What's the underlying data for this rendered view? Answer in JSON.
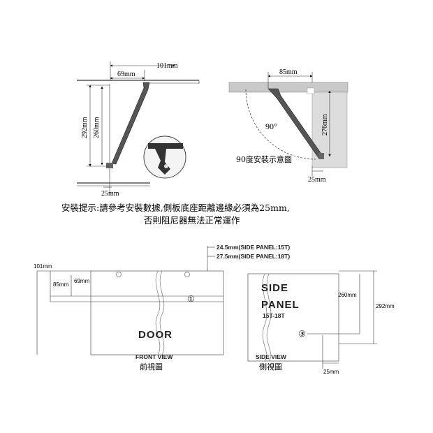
{
  "diagram1": {
    "dim_101": "101mm",
    "dim_69": "69mm",
    "dim_292": "292mm",
    "dim_260": "260mm",
    "dim_25": "25mm"
  },
  "diagram2": {
    "dim_85": "85mm",
    "angle": "90°",
    "dim_276": "276mm",
    "dim_25": "25mm",
    "caption": "90度安裝示意圖"
  },
  "install_tip": {
    "line1": "安裝提示:請參考安裝數據,側板底座距離邊緣必須為25mm,",
    "line2": "否則阻尼器無法正常運作"
  },
  "front_view": {
    "dim_101": "101mm",
    "dim_85": "85mm",
    "dim_69": "69mm",
    "door_label": "DOOR",
    "marker": "①",
    "view_en": "FRONT VIEW",
    "view_zh": "前視圖"
  },
  "side_view": {
    "note_15t": "24.5mm(SIDE PANEL:15T)",
    "note_18t": "27.5mm(SIDE PANEL:18T)",
    "title_line1": "SIDE",
    "title_line2": "PANEL",
    "thickness": "15T-18T",
    "dim_260": "260mm",
    "dim_292": "292mm",
    "dim_25": "25mm",
    "marker": "③",
    "view_en": "SIDE VIEW",
    "view_zh": "側視圖"
  }
}
